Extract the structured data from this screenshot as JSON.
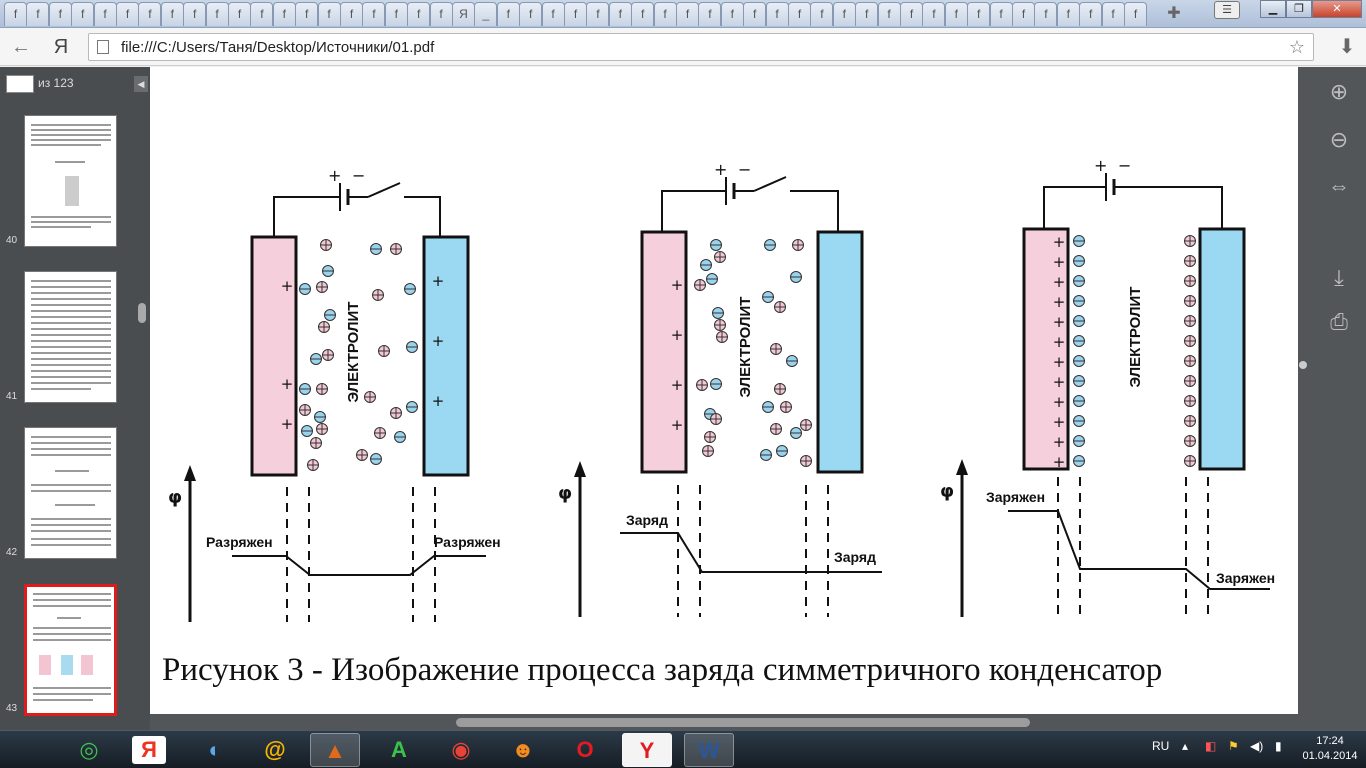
{
  "tabs": [
    "f",
    "f",
    "f",
    "f",
    "f",
    "f",
    "f",
    "f",
    "f",
    "f",
    "f",
    "f",
    "f",
    "f",
    "f",
    "f",
    "f",
    "f",
    "f",
    "f",
    "Я",
    "_",
    "f",
    "f",
    "f",
    "f",
    "f",
    "f",
    "f",
    "f",
    "f",
    "f",
    "f",
    "f",
    "f",
    "f",
    "f",
    "f",
    "f",
    "f",
    "f",
    "f",
    "f",
    "f",
    "f",
    "f",
    "f",
    "f",
    "f",
    "f",
    "f"
  ],
  "toolbar": {
    "back_icon": "←",
    "yandex_icon": "Я",
    "url": "file:///C:/Users/Таня/Desktop/Источники/01.pdf",
    "download_icon": "⬇"
  },
  "pdf": {
    "page_input": "",
    "page_count_label": "из 123",
    "thumbnails": [
      {
        "number": "40"
      },
      {
        "number": "41"
      },
      {
        "number": "42"
      },
      {
        "number": "43",
        "active": true
      }
    ],
    "figure": {
      "electrolyte_label": "ЭЛЕКТРОЛИТ",
      "phi_label": "φ",
      "panel1": {
        "left_label": "Разряжен",
        "right_label": "Разряжен"
      },
      "panel2": {
        "left_label": "Заряд",
        "right_label": "Заряд"
      },
      "panel3": {
        "left_label": "Заряжен",
        "right_label": "Заряжен"
      },
      "plus_sign": "+",
      "minus_sign": "−"
    },
    "caption": "Рисунок 3 - Изображение процесса заряда симметричного конденсатор"
  },
  "colors": {
    "positive_electrode": "#f6cfdc",
    "negative_electrode": "#9bd9f2",
    "anion": "#9bd2ec",
    "cation": "#f2c8d3"
  },
  "taskbar": {
    "language": "RU",
    "time": "17:24",
    "date": "01.04.2014"
  }
}
